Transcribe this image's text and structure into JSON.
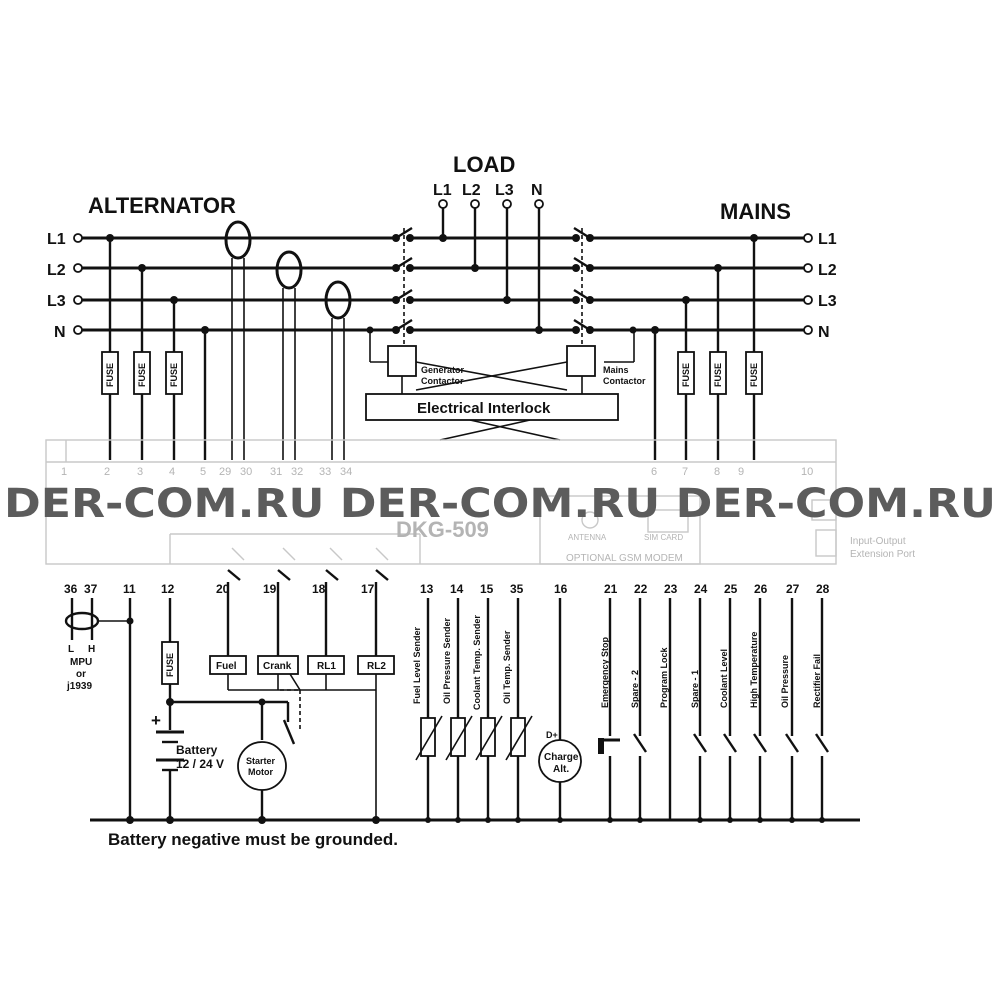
{
  "sections": {
    "alternator": "ALTERNATOR",
    "load": "LOAD",
    "mains": "MAINS"
  },
  "phases": [
    "L1",
    "L2",
    "L3",
    "N"
  ],
  "fuse_label": "FUSE",
  "contactors": {
    "generator": [
      "Generator",
      "Contactor"
    ],
    "mains": [
      "Mains",
      "Contactor"
    ],
    "interlock": "Electrical Interlock"
  },
  "module": {
    "name": "DKG-509",
    "top_terminals": [
      "1",
      "2",
      "3",
      "4",
      "5",
      "29",
      "30",
      "31",
      "32",
      "33",
      "34",
      "6",
      "7",
      "8",
      "9",
      "10"
    ],
    "gsm": {
      "title": "OPTIONAL GSM MODEM",
      "antenna": "ANTENNA",
      "sim": "SIM CARD"
    },
    "port_labels": [
      "Input-Output",
      "Extension Port"
    ],
    "bottom_terminals": [
      "36",
      "37",
      "11",
      "12",
      "20",
      "19",
      "18",
      "17",
      "13",
      "14",
      "15",
      "35",
      "16",
      "21",
      "22",
      "23",
      "24",
      "25",
      "26",
      "27",
      "28"
    ]
  },
  "mpu": {
    "l": "L",
    "h": "H",
    "lines": [
      "MPU",
      "or",
      "j1939"
    ]
  },
  "relays": [
    "Fuel",
    "Crank",
    "RL1",
    "RL2"
  ],
  "battery": {
    "plus": "+",
    "label": "Battery",
    "voltage": "12 / 24 V"
  },
  "starter_motor": [
    "Starter",
    "Motor"
  ],
  "senders": [
    "Fuel Level Sender",
    "Oil Pressure Sender",
    "Coolant Temp. Sender",
    "Oil Temp. Sender"
  ],
  "charge_alt": {
    "terminal": "D+",
    "lines": [
      "Charge",
      "Alt."
    ]
  },
  "inputs": [
    "Emergency Stop",
    "Spare - 2",
    "Program Lock",
    "Spare - 1",
    "Coolant Level",
    "High Temperature",
    "Oil Pressure",
    "Rectifier Fail"
  ],
  "footer_note": "Battery negative must be grounded.",
  "watermark": "DER-COM.RU DER-COM.RU DER-COM.RU"
}
